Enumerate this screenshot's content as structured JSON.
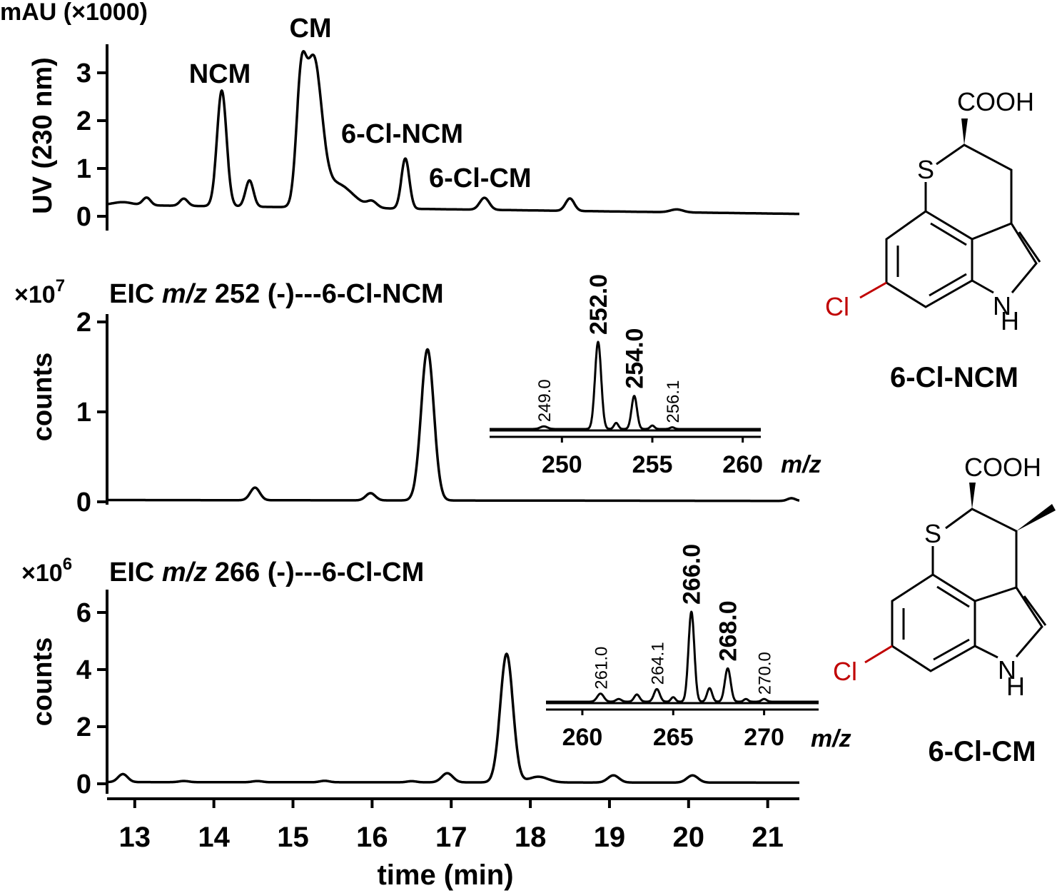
{
  "chart_data": [
    {
      "id": "uv",
      "type": "line",
      "yunit": "mAU (×1000)",
      "ylabel": "UV (230 nm)",
      "xlim": [
        12.65,
        21.4
      ],
      "ylim": [
        0,
        3.6
      ],
      "yticks": [
        0,
        1,
        2,
        3
      ],
      "ytick_labels": [
        "0",
        "1",
        "2",
        "3"
      ],
      "peaks": [
        {
          "x": 12.85,
          "h": 0.06,
          "w": 0.12
        },
        {
          "x": 13.15,
          "h": 0.16,
          "w": 0.05
        },
        {
          "x": 13.62,
          "h": 0.15,
          "w": 0.05
        },
        {
          "x": 14.1,
          "h": 2.42,
          "w": 0.06
        },
        {
          "x": 14.45,
          "h": 0.55,
          "w": 0.05
        },
        {
          "x": 15.1,
          "h": 2.2,
          "w": 0.06
        },
        {
          "x": 15.26,
          "h": 2.95,
          "w": 0.1
        },
        {
          "x": 15.55,
          "h": 0.5,
          "w": 0.2
        },
        {
          "x": 16.0,
          "h": 0.12,
          "w": 0.06
        },
        {
          "x": 16.42,
          "h": 1.05,
          "w": 0.05
        },
        {
          "x": 17.42,
          "h": 0.25,
          "w": 0.06
        },
        {
          "x": 18.5,
          "h": 0.26,
          "w": 0.055
        },
        {
          "x": 19.85,
          "h": 0.06,
          "w": 0.08
        }
      ],
      "baseline": {
        "start": 0.24,
        "end": 0.05
      },
      "annotations": [
        {
          "text": "NCM",
          "x": 14.1
        },
        {
          "text": "CM",
          "x": 15.25
        },
        {
          "text": "6-Cl-NCM",
          "x": 16.5
        },
        {
          "text": "6-Cl-CM",
          "x": 17.5
        }
      ]
    },
    {
      "id": "eic252",
      "type": "line",
      "yunit": "×10",
      "yexp": "7",
      "title_prefix": "EIC ",
      "title_italic": "m/z",
      "title_rest": " 252 (-)---6-Cl-NCM",
      "ylabel": "counts",
      "xlim": [
        12.65,
        21.4
      ],
      "ylim": [
        0,
        2.1
      ],
      "yticks": [
        0,
        1,
        2
      ],
      "ytick_labels": [
        "0",
        "1",
        "2"
      ],
      "peaks": [
        {
          "x": 14.52,
          "h": 0.14,
          "w": 0.06
        },
        {
          "x": 15.98,
          "h": 0.08,
          "w": 0.06
        },
        {
          "x": 16.7,
          "h": 1.68,
          "w": 0.08
        },
        {
          "x": 21.3,
          "h": 0.03,
          "w": 0.05
        }
      ],
      "baseline": {
        "start": 0.02,
        "end": 0.01
      },
      "inset": {
        "type": "line",
        "xlabel": "m/z",
        "xlim": [
          246,
          261
        ],
        "xticks": [
          250,
          255,
          260
        ],
        "xtick_labels": [
          "250",
          "255",
          "260"
        ],
        "peaks": [
          {
            "x": 249.0,
            "h": 0.03,
            "w": 0.2
          },
          {
            "x": 252.0,
            "h": 1.0,
            "w": 0.17
          },
          {
            "x": 253.0,
            "h": 0.07,
            "w": 0.12
          },
          {
            "x": 254.0,
            "h": 0.38,
            "w": 0.15
          },
          {
            "x": 255.0,
            "h": 0.04,
            "w": 0.12
          },
          {
            "x": 256.1,
            "h": 0.02,
            "w": 0.12
          }
        ],
        "labels": [
          {
            "text": "249.0",
            "x": 249.0,
            "h": 0.03,
            "major": false
          },
          {
            "text": "252.0",
            "x": 252.0,
            "h": 1.0,
            "major": true
          },
          {
            "text": "254.0",
            "x": 254.0,
            "h": 0.38,
            "major": true
          },
          {
            "text": "256.1",
            "x": 256.1,
            "h": 0.02,
            "major": false
          }
        ]
      }
    },
    {
      "id": "eic266",
      "type": "line",
      "yunit": "×10",
      "yexp": "6",
      "title_prefix": "EIC ",
      "title_italic": "m/z",
      "title_rest": " 266 (-)---6-Cl-CM",
      "ylabel": "counts",
      "xlabel": "time (min)",
      "xlim": [
        12.65,
        21.4
      ],
      "xticks": [
        13,
        14,
        15,
        16,
        17,
        18,
        19,
        20,
        21
      ],
      "xtick_labels": [
        "13",
        "14",
        "15",
        "16",
        "17",
        "18",
        "19",
        "20",
        "21"
      ],
      "ylim": [
        0,
        6.6
      ],
      "yticks": [
        0,
        2,
        4,
        6
      ],
      "ytick_labels": [
        "0",
        "2",
        "4",
        "6"
      ],
      "peaks": [
        {
          "x": 12.85,
          "h": 0.28,
          "w": 0.06
        },
        {
          "x": 13.62,
          "h": 0.04,
          "w": 0.06
        },
        {
          "x": 14.55,
          "h": 0.04,
          "w": 0.06
        },
        {
          "x": 15.4,
          "h": 0.05,
          "w": 0.06
        },
        {
          "x": 16.5,
          "h": 0.04,
          "w": 0.06
        },
        {
          "x": 16.95,
          "h": 0.32,
          "w": 0.07
        },
        {
          "x": 17.7,
          "h": 4.5,
          "w": 0.08
        },
        {
          "x": 18.1,
          "h": 0.2,
          "w": 0.12
        },
        {
          "x": 19.05,
          "h": 0.25,
          "w": 0.07
        },
        {
          "x": 20.05,
          "h": 0.25,
          "w": 0.07
        }
      ],
      "baseline": {
        "start": 0.06,
        "end": 0.04
      },
      "inset": {
        "type": "line",
        "xlabel": "m/z",
        "xlim": [
          258,
          273
        ],
        "xticks": [
          260,
          265,
          270
        ],
        "xtick_labels": [
          "260",
          "265",
          "270"
        ],
        "peaks": [
          {
            "x": 261.0,
            "h": 0.09,
            "w": 0.18
          },
          {
            "x": 262.0,
            "h": 0.03,
            "w": 0.15
          },
          {
            "x": 263.0,
            "h": 0.08,
            "w": 0.15
          },
          {
            "x": 264.1,
            "h": 0.14,
            "w": 0.16
          },
          {
            "x": 265.0,
            "h": 0.05,
            "w": 0.12
          },
          {
            "x": 266.0,
            "h": 1.0,
            "w": 0.16
          },
          {
            "x": 267.0,
            "h": 0.15,
            "w": 0.14
          },
          {
            "x": 268.0,
            "h": 0.37,
            "w": 0.16
          },
          {
            "x": 269.0,
            "h": 0.03,
            "w": 0.12
          },
          {
            "x": 270.0,
            "h": 0.03,
            "w": 0.14
          }
        ],
        "labels": [
          {
            "text": "261.0",
            "x": 261.0,
            "h": 0.09,
            "major": false
          },
          {
            "text": "264.1",
            "x": 264.1,
            "h": 0.14,
            "major": false
          },
          {
            "text": "266.0",
            "x": 266.0,
            "h": 1.0,
            "major": true
          },
          {
            "text": "268.0",
            "x": 268.0,
            "h": 0.37,
            "major": true
          },
          {
            "text": "270.0",
            "x": 270.0,
            "h": 0.03,
            "major": false
          }
        ]
      }
    }
  ],
  "structures": [
    {
      "name": "6-Cl-NCM",
      "cooh": "COOH",
      "s": "S",
      "cl": "Cl",
      "n": "N",
      "nh_h": "H"
    },
    {
      "name": "6-Cl-CM",
      "cooh": "COOH",
      "s": "S",
      "cl": "Cl",
      "n": "N",
      "nh_h": "H"
    }
  ],
  "colors": {
    "ink": "#000000",
    "chlorine": "#c00000"
  }
}
